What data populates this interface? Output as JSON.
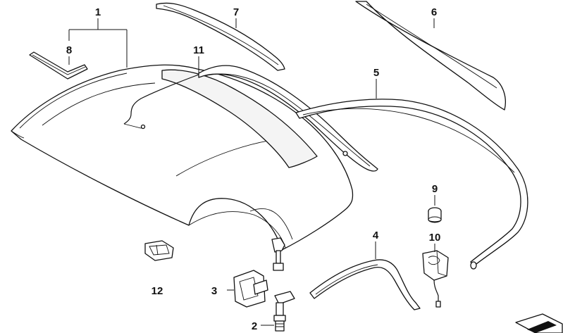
{
  "diagram": {
    "callouts": [
      {
        "id": "c1",
        "text": "1"
      },
      {
        "id": "c2",
        "text": "2"
      },
      {
        "id": "c3",
        "text": "3"
      },
      {
        "id": "c4",
        "text": "4"
      },
      {
        "id": "c5",
        "text": "5"
      },
      {
        "id": "c6",
        "text": "6"
      },
      {
        "id": "c7",
        "text": "7"
      },
      {
        "id": "c8",
        "text": "8"
      },
      {
        "id": "c9",
        "text": "9"
      },
      {
        "id": "c10",
        "text": "10"
      },
      {
        "id": "c11",
        "text": "11"
      },
      {
        "id": "c12",
        "text": "12"
      }
    ]
  },
  "colors": {
    "line": "#111111",
    "background": "#ffffff",
    "shade": "#f4f4f4"
  }
}
